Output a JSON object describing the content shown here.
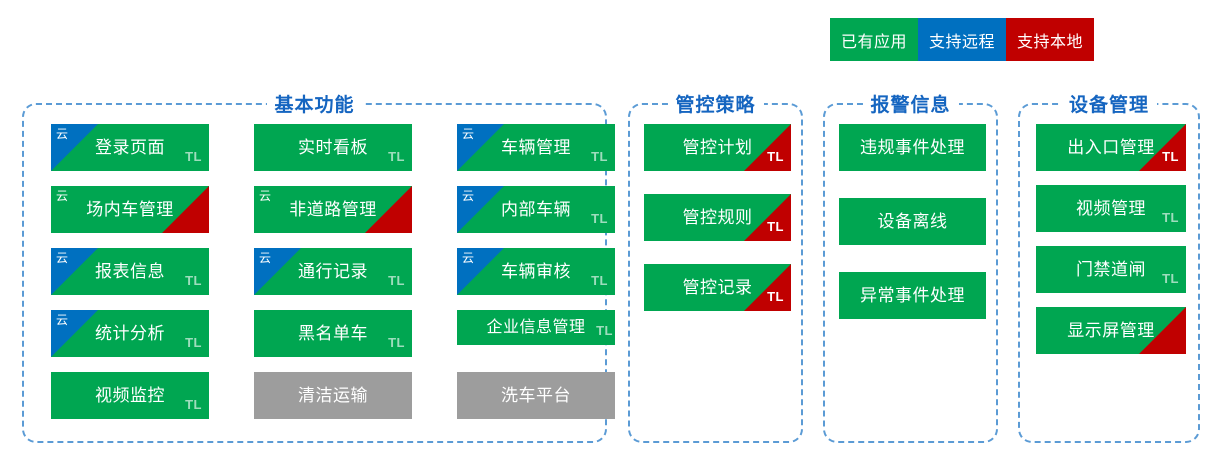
{
  "legend": {
    "items": [
      {
        "label": "已有应用",
        "color": "#00a651",
        "key": "existing-app"
      },
      {
        "label": "支持远程",
        "color": "#0070c0",
        "key": "supports-remote"
      },
      {
        "label": "支持本地",
        "color": "#c00000",
        "key": "supports-local"
      }
    ]
  },
  "marks": {
    "cloud": "云",
    "tl": "TL"
  },
  "sections": [
    {
      "id": "basic",
      "title": "基本功能",
      "cards": [
        {
          "label": "登录页面",
          "style": "green",
          "corner": "blue",
          "cloud": true,
          "tl": true
        },
        {
          "label": "实时看板",
          "style": "green",
          "corner": "none",
          "cloud": false,
          "tl": true
        },
        {
          "label": "车辆管理",
          "style": "green",
          "corner": "blue",
          "cloud": true,
          "tl": true
        },
        {
          "label": "场内车管理",
          "style": "green",
          "corner": "red",
          "cloud": true,
          "tl": false
        },
        {
          "label": "非道路管理",
          "style": "green",
          "corner": "red",
          "cloud": true,
          "tl": false
        },
        {
          "label": "内部车辆",
          "style": "green",
          "corner": "blue",
          "cloud": true,
          "tl": true
        },
        {
          "label": "报表信息",
          "style": "green",
          "corner": "blue",
          "cloud": true,
          "tl": true
        },
        {
          "label": "通行记录",
          "style": "green",
          "corner": "blue",
          "cloud": true,
          "tl": true
        },
        {
          "label": "车辆审核",
          "style": "green",
          "corner": "blue",
          "cloud": true,
          "tl": true
        },
        {
          "label": "统计分析",
          "style": "green",
          "corner": "blue",
          "cloud": true,
          "tl": true
        },
        {
          "label": "黑名单车",
          "style": "green",
          "corner": "none",
          "cloud": false,
          "tl": true
        },
        {
          "label": "企业信息管理",
          "style": "green",
          "corner": "none",
          "cloud": false,
          "tl": true,
          "short": true
        },
        {
          "label": "视频监控",
          "style": "green",
          "corner": "none",
          "cloud": false,
          "tl": true
        },
        {
          "label": "清洁运输",
          "style": "gray",
          "corner": "none",
          "cloud": false,
          "tl": false
        },
        {
          "label": "洗车平台",
          "style": "gray",
          "corner": "none",
          "cloud": false,
          "tl": false
        }
      ]
    },
    {
      "id": "policy",
      "title": "管控策略",
      "cards": [
        {
          "label": "管控计划",
          "style": "green",
          "corner": "red",
          "cloud": false,
          "tl": true,
          "tl_on_red": true
        },
        {
          "label": "管控规则",
          "style": "green",
          "corner": "red",
          "cloud": false,
          "tl": true,
          "tl_on_red": true
        },
        {
          "label": "管控记录",
          "style": "green",
          "corner": "red",
          "cloud": false,
          "tl": true,
          "tl_on_red": true
        }
      ]
    },
    {
      "id": "alarm",
      "title": "报警信息",
      "cards": [
        {
          "label": "违规事件处理",
          "style": "green",
          "corner": "none",
          "cloud": false,
          "tl": false
        },
        {
          "label": "设备离线",
          "style": "green",
          "corner": "none",
          "cloud": false,
          "tl": false
        },
        {
          "label": "异常事件处理",
          "style": "green",
          "corner": "none",
          "cloud": false,
          "tl": false
        }
      ]
    },
    {
      "id": "device",
      "title": "设备管理",
      "cards": [
        {
          "label": "出入口管理",
          "style": "green",
          "corner": "red",
          "cloud": false,
          "tl": true,
          "tl_on_red": true
        },
        {
          "label": "视频管理",
          "style": "green",
          "corner": "none",
          "cloud": false,
          "tl": true
        },
        {
          "label": "门禁道闸",
          "style": "green",
          "corner": "none",
          "cloud": false,
          "tl": true
        },
        {
          "label": "显示屏管理",
          "style": "green",
          "corner": "red",
          "cloud": false,
          "tl": false
        }
      ]
    }
  ]
}
